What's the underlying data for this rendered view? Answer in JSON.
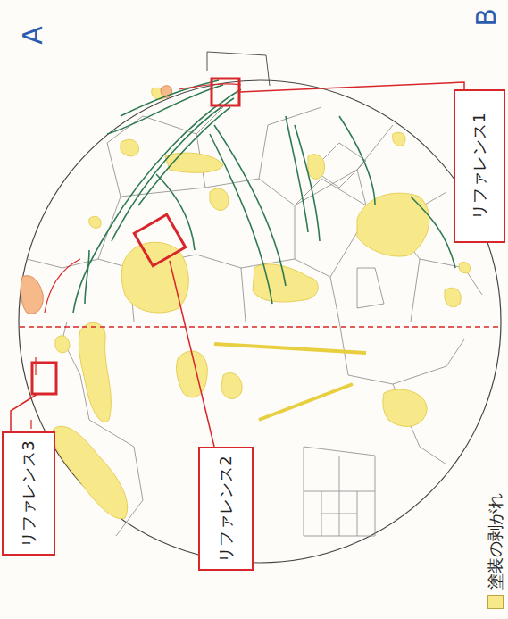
{
  "diagram": {
    "nodes": [
      {
        "text": [
          "リファレンス1"
        ]
      },
      {
        "text": [
          "リファレンス2"
        ]
      },
      {
        "text": [
          "リファレンス3"
        ]
      }
    ],
    "labels": [
      "A",
      "B"
    ],
    "legend": [
      {
        "text": "塗装の剥がれ",
        "color": "#f7e98a"
      }
    ]
  }
}
